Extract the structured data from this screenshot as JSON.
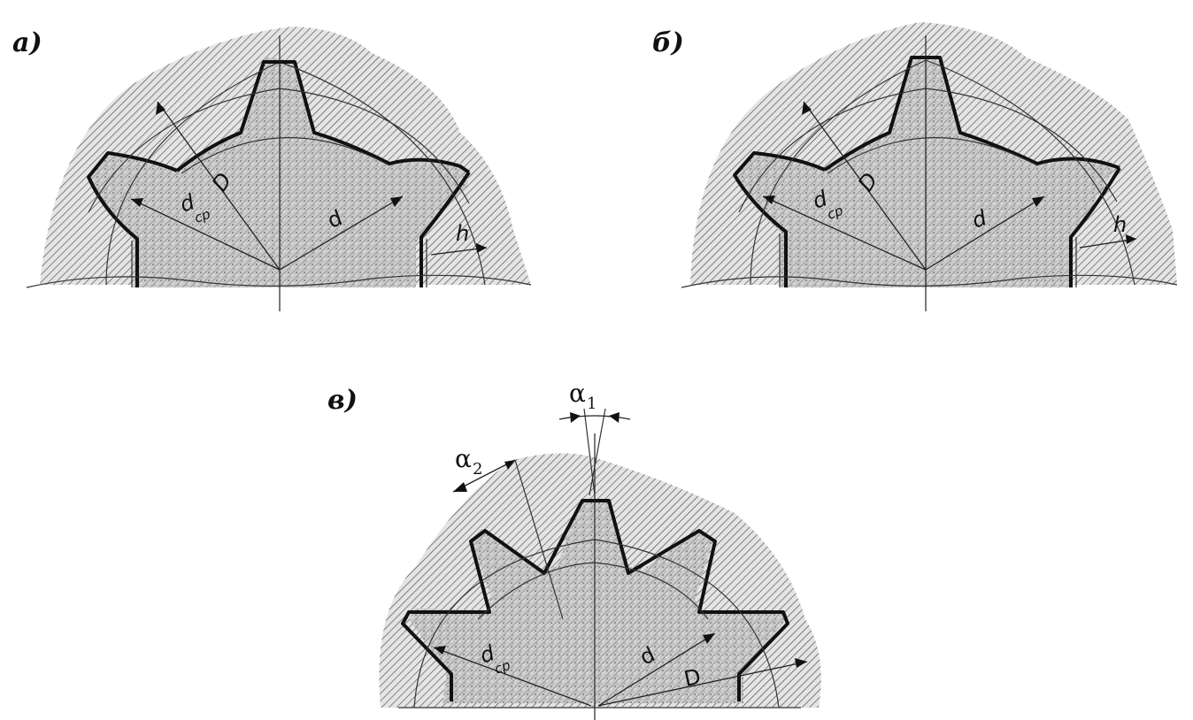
{
  "panels": {
    "a": {
      "label": "а)",
      "dims": {
        "D": "D",
        "d_main": "d",
        "d_cp_main": "d",
        "d_cp_sub": "ср",
        "h": "h"
      }
    },
    "b": {
      "label": "б)",
      "dims": {
        "D": "D",
        "d_main": "d",
        "d_cp_main": "d",
        "d_cp_sub": "ср",
        "h": "h"
      }
    },
    "c": {
      "label": "в)",
      "dims": {
        "D": "D",
        "d_main": "d",
        "d_cp_main": "d",
        "d_cp_sub": "ср",
        "alpha1_main": "α",
        "alpha1_sub": "1",
        "alpha2_main": "α",
        "alpha2_sub": "2"
      }
    }
  },
  "colors": {
    "ink": "#111111",
    "hatch": "#4a4a4a",
    "stipple": "#cfcfcf",
    "background": "#ffffff"
  }
}
